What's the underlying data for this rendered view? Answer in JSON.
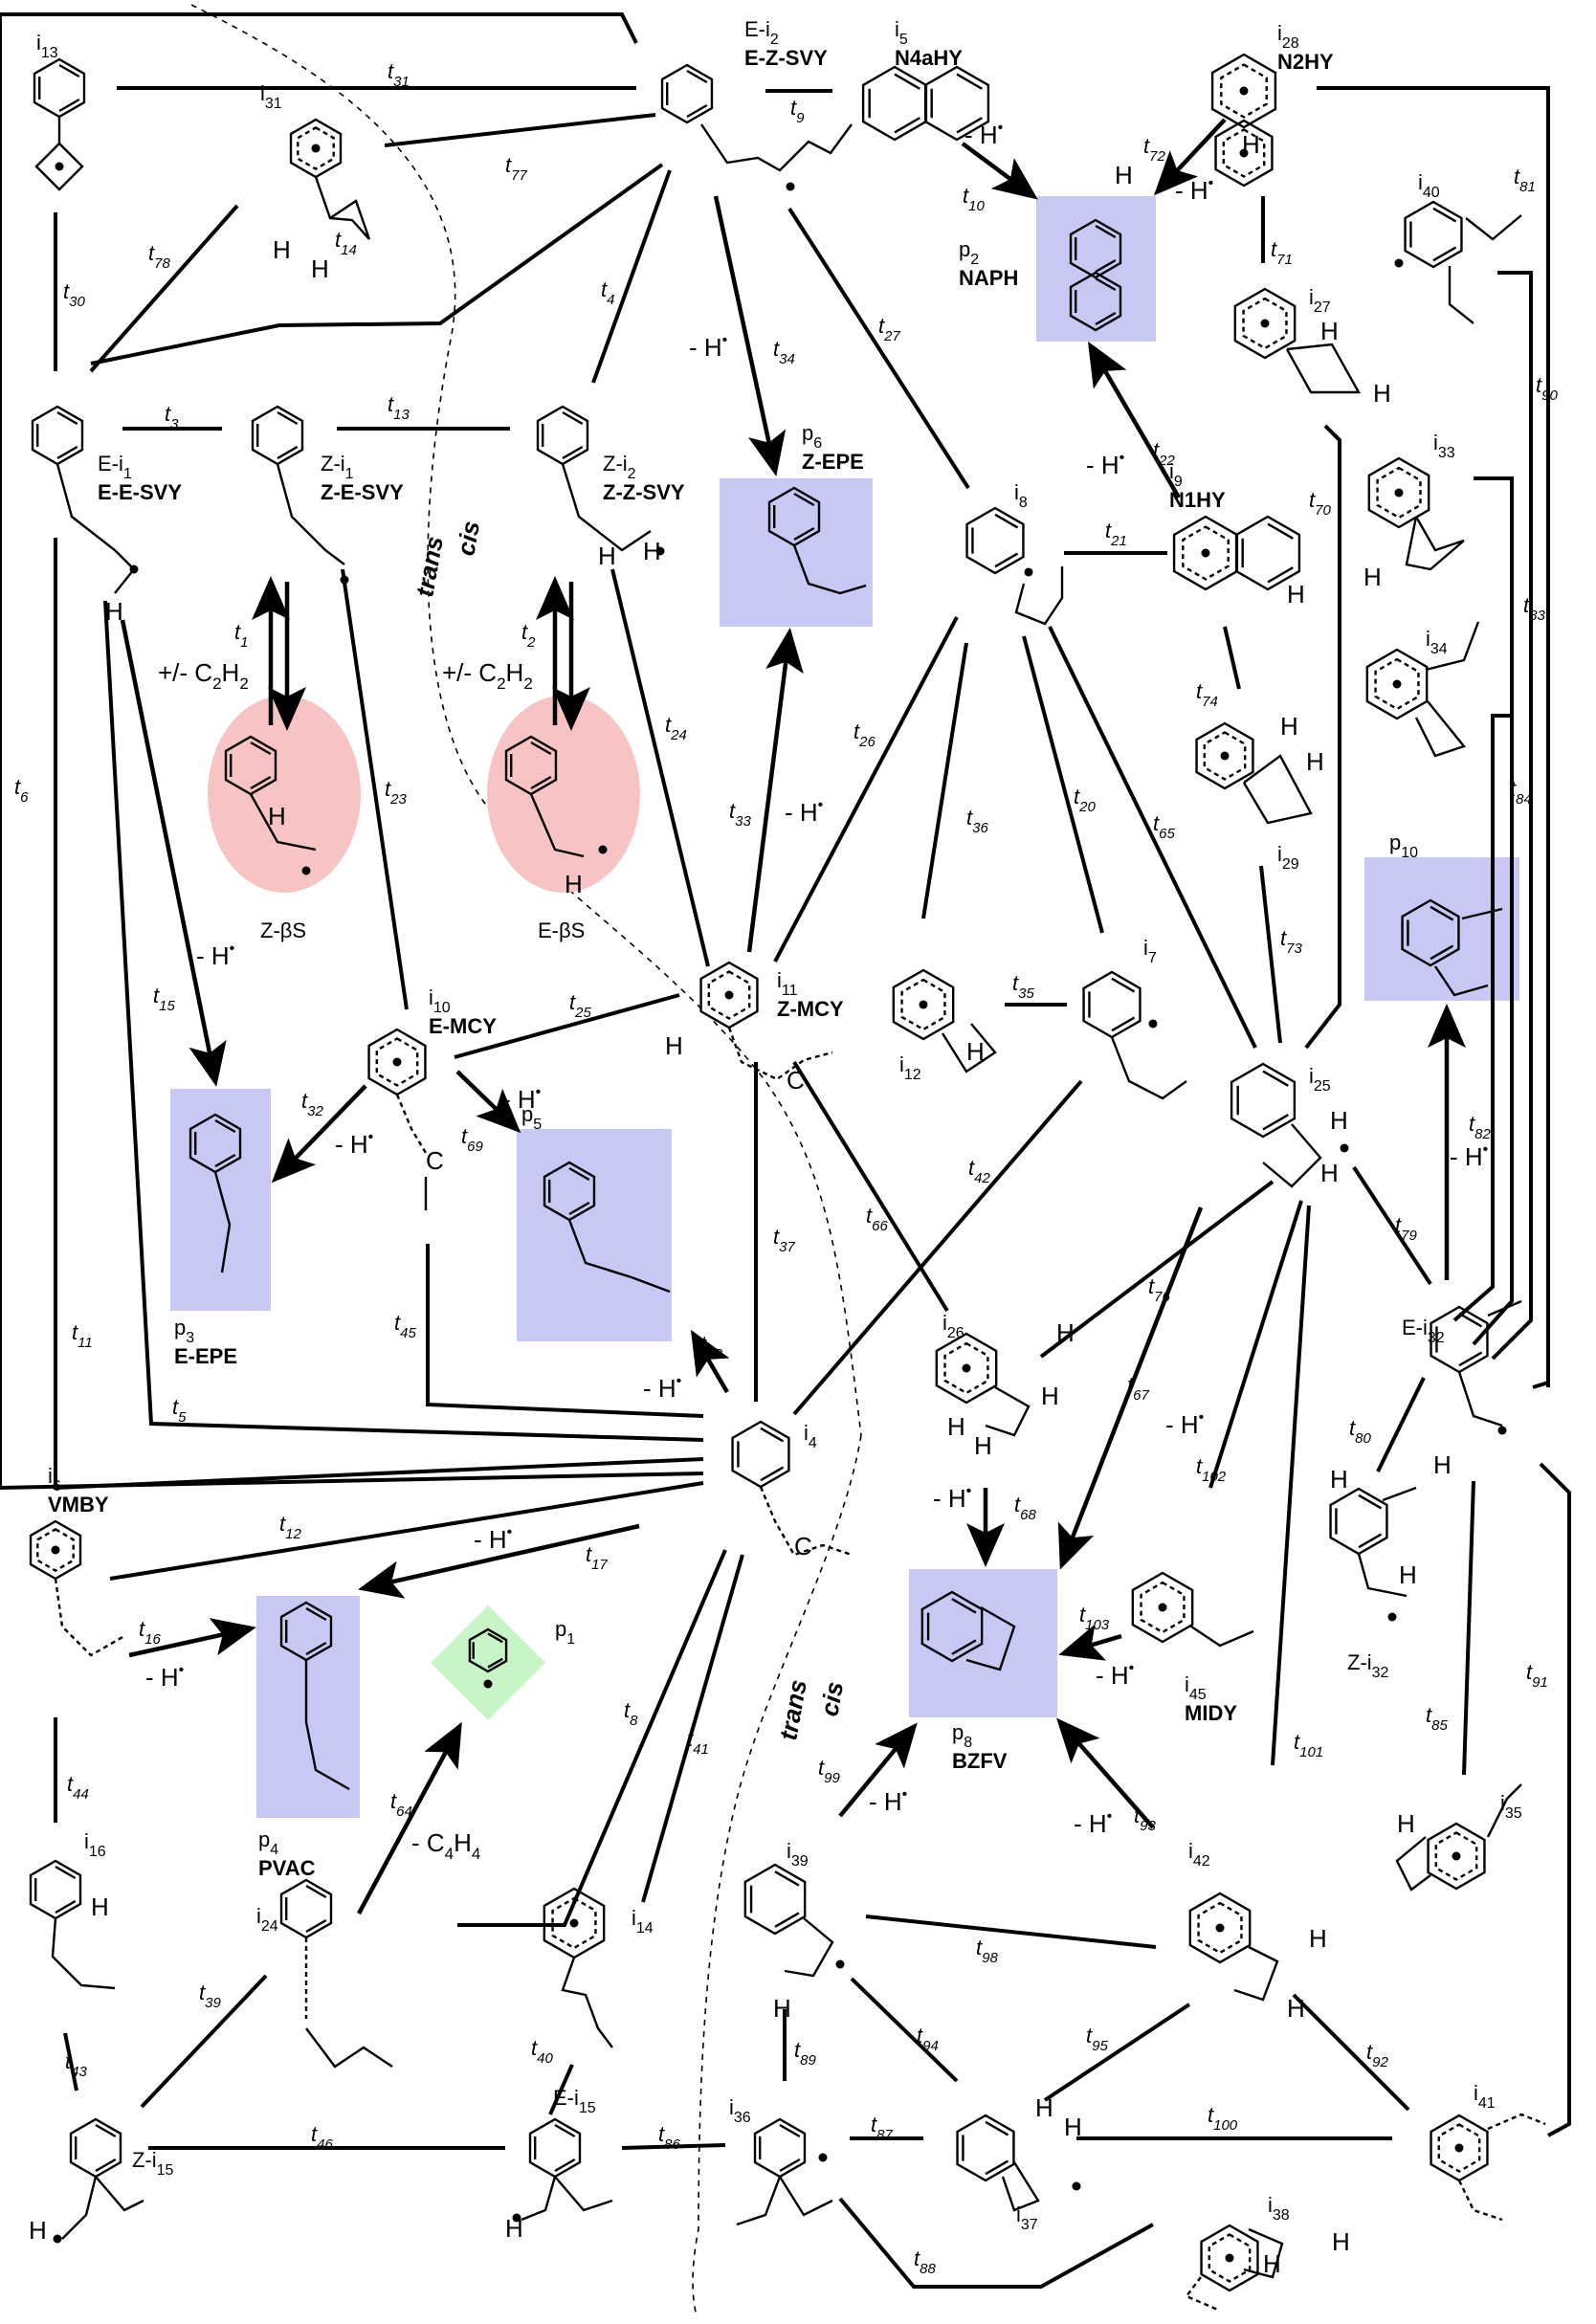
{
  "colors": {
    "product_box": "#c8c8f5",
    "beta_styryl": "#f7c3c3",
    "phenyl": "#c8f5c8",
    "line": "#000000"
  },
  "regions": {
    "trans_top": "trans",
    "cis_top": "cis",
    "trans_bottom": "trans",
    "cis_bottom": "cis"
  },
  "species": [
    {
      "id": "i13",
      "idx": "i",
      "sub": "13",
      "name": ""
    },
    {
      "id": "E-i2",
      "idx": "E-i",
      "sub": "2",
      "name": "E-Z-SVY"
    },
    {
      "id": "i5",
      "idx": "i",
      "sub": "5",
      "name": "N4aHY"
    },
    {
      "id": "i28",
      "idx": "i",
      "sub": "28",
      "name": "N2HY"
    },
    {
      "id": "i31",
      "idx": "i",
      "sub": "31",
      "name": ""
    },
    {
      "id": "p2",
      "idx": "p",
      "sub": "2",
      "name": "NAPH"
    },
    {
      "id": "i40",
      "idx": "i",
      "sub": "40",
      "name": ""
    },
    {
      "id": "i27",
      "idx": "i",
      "sub": "27",
      "name": ""
    },
    {
      "id": "E-i1",
      "idx": "E-i",
      "sub": "1",
      "name": "E-E-SVY"
    },
    {
      "id": "Z-i1",
      "idx": "Z-i",
      "sub": "1",
      "name": "Z-E-SVY"
    },
    {
      "id": "Z-i2",
      "idx": "Z-i",
      "sub": "2",
      "name": "Z-Z-SVY"
    },
    {
      "id": "p6",
      "idx": "p",
      "sub": "6",
      "name": "Z-EPE"
    },
    {
      "id": "i8",
      "idx": "i",
      "sub": "8",
      "name": ""
    },
    {
      "id": "i9",
      "idx": "i",
      "sub": "9",
      "name": "N1HY"
    },
    {
      "id": "i33",
      "idx": "i",
      "sub": "33",
      "name": ""
    },
    {
      "id": "i34",
      "idx": "i",
      "sub": "34",
      "name": ""
    },
    {
      "id": "Z-bS",
      "idx": "Z-βS",
      "sub": "",
      "name": ""
    },
    {
      "id": "E-bS",
      "idx": "E-βS",
      "sub": "",
      "name": ""
    },
    {
      "id": "i29",
      "idx": "i",
      "sub": "29",
      "name": ""
    },
    {
      "id": "p10",
      "idx": "p",
      "sub": "10",
      "name": ""
    },
    {
      "id": "i10",
      "idx": "i",
      "sub": "10",
      "name": "E-MCY"
    },
    {
      "id": "i11",
      "idx": "i",
      "sub": "11",
      "name": "Z-MCY"
    },
    {
      "id": "i12",
      "idx": "i",
      "sub": "12",
      "name": ""
    },
    {
      "id": "i7",
      "idx": "i",
      "sub": "7",
      "name": ""
    },
    {
      "id": "i25",
      "idx": "i",
      "sub": "25",
      "name": ""
    },
    {
      "id": "p3",
      "idx": "p",
      "sub": "3",
      "name": "E-EPE"
    },
    {
      "id": "p5",
      "idx": "p",
      "sub": "5",
      "name": ""
    },
    {
      "id": "i26",
      "idx": "i",
      "sub": "26",
      "name": ""
    },
    {
      "id": "E-i32",
      "idx": "E-i",
      "sub": "32",
      "name": ""
    },
    {
      "id": "i4",
      "idx": "i",
      "sub": "4",
      "name": ""
    },
    {
      "id": "i6",
      "idx": "i",
      "sub": "6",
      "name": "VMBY"
    },
    {
      "id": "p4",
      "idx": "p",
      "sub": "4",
      "name": "PVAC"
    },
    {
      "id": "p1",
      "idx": "p",
      "sub": "1",
      "name": ""
    },
    {
      "id": "p8",
      "idx": "p",
      "sub": "8",
      "name": "BZFV"
    },
    {
      "id": "i45",
      "idx": "i",
      "sub": "45",
      "name": "MIDY"
    },
    {
      "id": "Z-i32",
      "idx": "Z-i",
      "sub": "32",
      "name": ""
    },
    {
      "id": "i16",
      "idx": "i",
      "sub": "16",
      "name": ""
    },
    {
      "id": "i24",
      "idx": "i",
      "sub": "24",
      "name": ""
    },
    {
      "id": "i14",
      "idx": "i",
      "sub": "14",
      "name": ""
    },
    {
      "id": "i39",
      "idx": "i",
      "sub": "39",
      "name": ""
    },
    {
      "id": "i42",
      "idx": "i",
      "sub": "42",
      "name": ""
    },
    {
      "id": "i35",
      "idx": "i",
      "sub": "35",
      "name": ""
    },
    {
      "id": "Z-i15",
      "idx": "Z-i",
      "sub": "15",
      "name": ""
    },
    {
      "id": "E-i15",
      "idx": "E-i",
      "sub": "15",
      "name": ""
    },
    {
      "id": "i36",
      "idx": "i",
      "sub": "36",
      "name": ""
    },
    {
      "id": "i37",
      "idx": "i",
      "sub": "37",
      "name": ""
    },
    {
      "id": "i41",
      "idx": "i",
      "sub": "41",
      "name": ""
    },
    {
      "id": "i38",
      "idx": "i",
      "sub": "38",
      "name": ""
    }
  ],
  "transitions": [
    {
      "id": "t31",
      "n": "31"
    },
    {
      "id": "t9",
      "n": "9"
    },
    {
      "id": "t77",
      "n": "77"
    },
    {
      "id": "t78",
      "n": "78"
    },
    {
      "id": "t30",
      "n": "30"
    },
    {
      "id": "t14",
      "n": "14"
    },
    {
      "id": "t4",
      "n": "4"
    },
    {
      "id": "t34",
      "n": "34"
    },
    {
      "id": "t27",
      "n": "27"
    },
    {
      "id": "t10",
      "n": "10"
    },
    {
      "id": "t72",
      "n": "72"
    },
    {
      "id": "t71",
      "n": "71"
    },
    {
      "id": "t81",
      "n": "81"
    },
    {
      "id": "t90",
      "n": "90"
    },
    {
      "id": "t3",
      "n": "3"
    },
    {
      "id": "t13",
      "n": "13"
    },
    {
      "id": "t22",
      "n": "22"
    },
    {
      "id": "t21",
      "n": "21"
    },
    {
      "id": "t70",
      "n": "70"
    },
    {
      "id": "t83",
      "n": "83"
    },
    {
      "id": "t1",
      "n": "1"
    },
    {
      "id": "t2",
      "n": "2"
    },
    {
      "id": "t74",
      "n": "74"
    },
    {
      "id": "t84",
      "n": "84"
    },
    {
      "id": "t24",
      "n": "24"
    },
    {
      "id": "t26",
      "n": "26"
    },
    {
      "id": "t6",
      "n": "6"
    },
    {
      "id": "t23",
      "n": "23"
    },
    {
      "id": "t33",
      "n": "33"
    },
    {
      "id": "t36",
      "n": "36"
    },
    {
      "id": "t20",
      "n": "20"
    },
    {
      "id": "t65",
      "n": "65"
    },
    {
      "id": "t73",
      "n": "73"
    },
    {
      "id": "t15",
      "n": "15"
    },
    {
      "id": "t25",
      "n": "25"
    },
    {
      "id": "t35",
      "n": "35"
    },
    {
      "id": "t32",
      "n": "32"
    },
    {
      "id": "t69",
      "n": "69"
    },
    {
      "id": "t82",
      "n": "82"
    },
    {
      "id": "t79",
      "n": "79"
    },
    {
      "id": "t66",
      "n": "66"
    },
    {
      "id": "t42",
      "n": "42"
    },
    {
      "id": "t37",
      "n": "37"
    },
    {
      "id": "t76",
      "n": "76"
    },
    {
      "id": "t45",
      "n": "45"
    },
    {
      "id": "t11",
      "n": "11"
    },
    {
      "id": "t18",
      "n": "18"
    },
    {
      "id": "t5",
      "n": "5"
    },
    {
      "id": "t67",
      "n": "67"
    },
    {
      "id": "t102",
      "n": "102"
    },
    {
      "id": "t80",
      "n": "80"
    },
    {
      "id": "t12",
      "n": "12"
    },
    {
      "id": "t17",
      "n": "17"
    },
    {
      "id": "t68",
      "n": "68"
    },
    {
      "id": "t103",
      "n": "103"
    },
    {
      "id": "t16",
      "n": "16"
    },
    {
      "id": "t8",
      "n": "8"
    },
    {
      "id": "t85",
      "n": "85"
    },
    {
      "id": "t91",
      "n": "91"
    },
    {
      "id": "t64",
      "n": "64"
    },
    {
      "id": "t41",
      "n": "41"
    },
    {
      "id": "t99",
      "n": "99"
    },
    {
      "id": "t93",
      "n": "93"
    },
    {
      "id": "t101",
      "n": "101"
    },
    {
      "id": "t44",
      "n": "44"
    },
    {
      "id": "t98",
      "n": "98"
    },
    {
      "id": "t39",
      "n": "39"
    },
    {
      "id": "t40",
      "n": "40"
    },
    {
      "id": "t89",
      "n": "89"
    },
    {
      "id": "t94",
      "n": "94"
    },
    {
      "id": "t95",
      "n": "95"
    },
    {
      "id": "t92",
      "n": "92"
    },
    {
      "id": "t43",
      "n": "43"
    },
    {
      "id": "t46",
      "n": "46"
    },
    {
      "id": "t86",
      "n": "86"
    },
    {
      "id": "t87",
      "n": "87"
    },
    {
      "id": "t100",
      "n": "100"
    },
    {
      "id": "t88",
      "n": "88"
    }
  ],
  "losses": {
    "minus_H": "- H",
    "radical_dot": "•",
    "pm_c2h2": "+/- C",
    "c2h2_sub": "2",
    "c2h2_h": "H",
    "minus_c4h4": "- C",
    "c4_sub": "4",
    "c4_h": "H"
  },
  "atoms": {
    "H": "H",
    "C": "C"
  }
}
